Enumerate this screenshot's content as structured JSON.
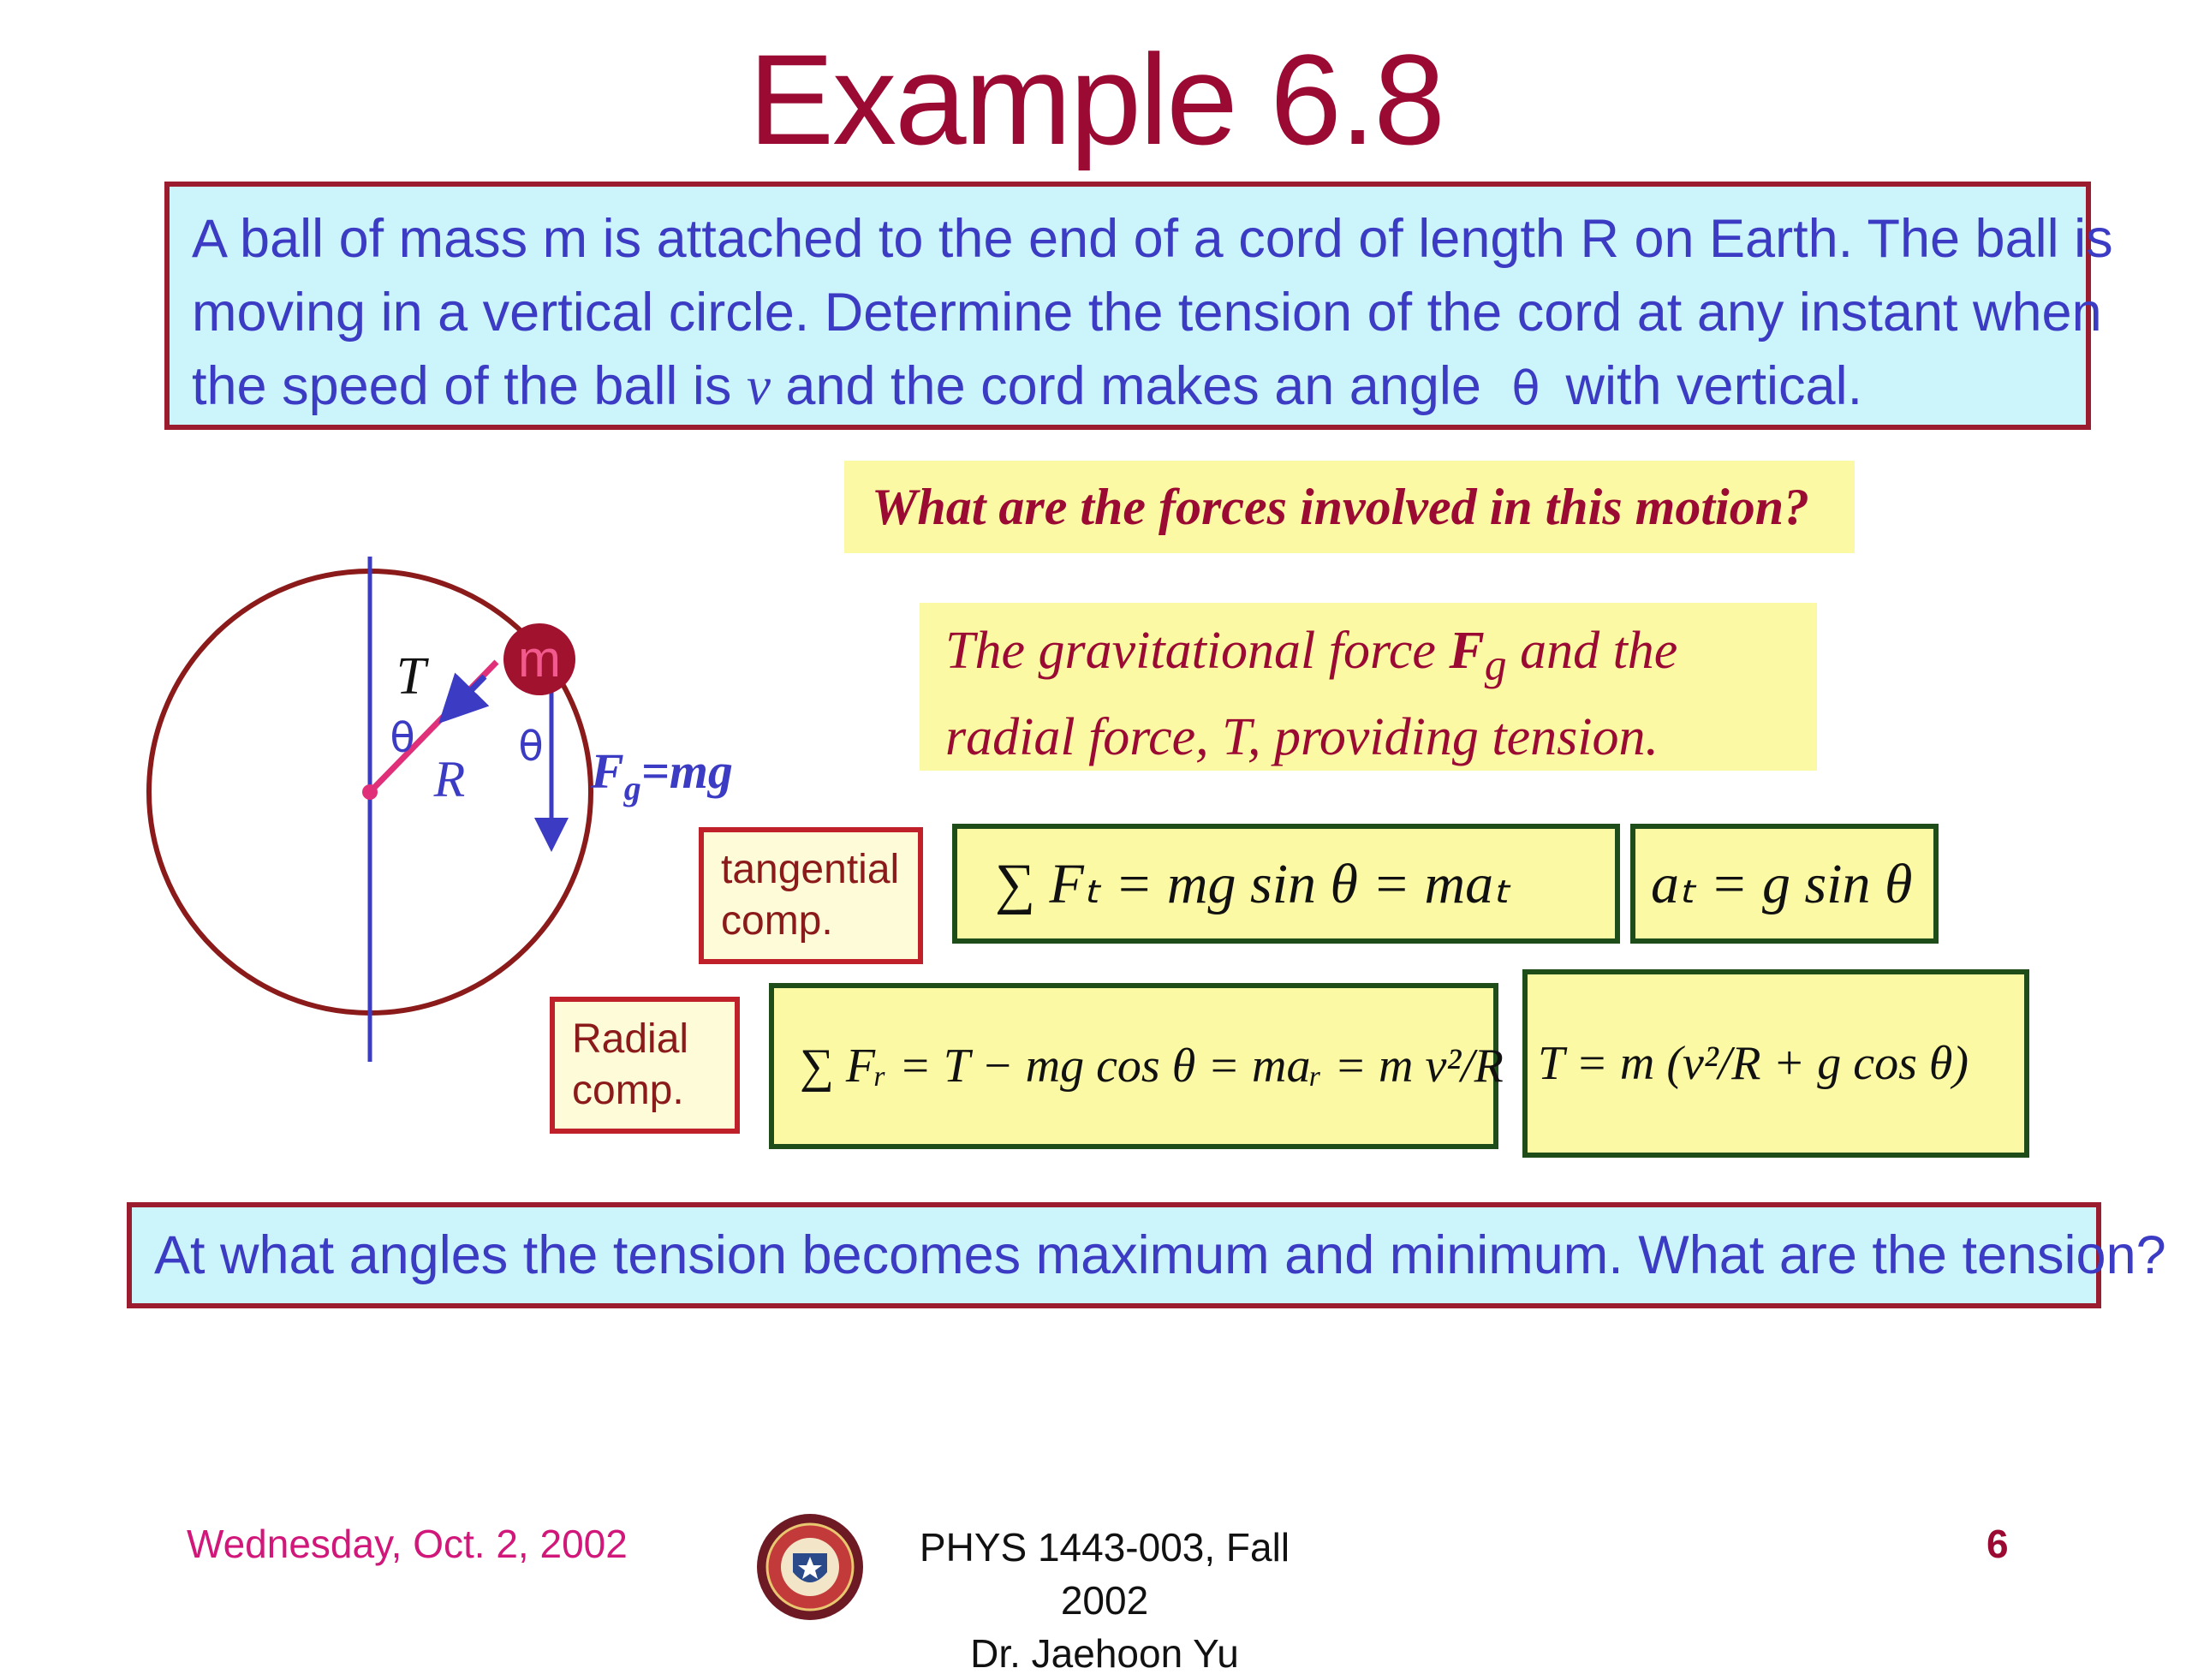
{
  "slide": {
    "title": "Example 6.8",
    "problem": {
      "line1": "A ball of mass m is attached to the end of a cord of length R on Earth.  The ball is",
      "line2": "moving in a vertical circle.   Determine the tension of the cord at any instant when",
      "line3_before": "the speed of the ball is ",
      "line3_var": "v",
      "line3_mid": " and the cord makes an angle ",
      "line3_after": "with vertical."
    },
    "question": "What are the forces involved in this motion?",
    "answer": {
      "line1_a": "The gravitational force ",
      "line1_b": "F",
      "line1_c": "g",
      "line1_d": " and the",
      "line2": "radial force, T, providing tension."
    },
    "diagram": {
      "tension_label": "T",
      "radius_label": "R",
      "mass_label": "m",
      "gravity_label_main": "F",
      "gravity_label_sub": "g",
      "gravity_label_rest": "=mg"
    },
    "tangential_label": {
      "line1": "tangential",
      "line2": "comp."
    },
    "radial_label": {
      "line1": "Radial",
      "line2": "comp."
    },
    "equations": {
      "tangential": "∑ Fₜ = mg sin θ = maₜ",
      "tangential_accel": "aₜ = g sin θ",
      "radial": "∑ Fᵣ = T − mg cos θ = maᵣ = m v²/R",
      "tension": "T = m (v²/R + g cos θ)"
    },
    "bottom_question": "At what angles the tension becomes maximum and minimum.  What are the tension?"
  },
  "footer": {
    "date": "Wednesday, Oct. 2, 2002",
    "course_line1": "PHYS 1443-003, Fall 2002",
    "course_line2": "Dr. Jaehoon Yu",
    "page_number": "6"
  },
  "colors": {
    "title": "#9b0a33",
    "body_text": "#3b3bc4",
    "cyan_box": "#ccf5fb",
    "yellow_box": "#fbf9a3",
    "box_border": "#9b1c2e",
    "eq_border": "#1f4d1a",
    "footer_date": "#d1177a"
  },
  "icons": [
    "theta-icon",
    "university-seal-icon"
  ]
}
